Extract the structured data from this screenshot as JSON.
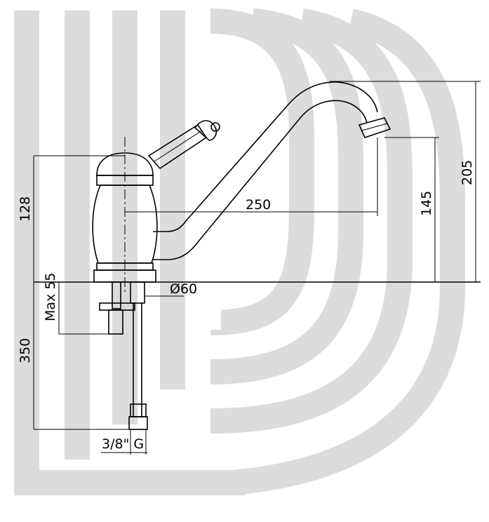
{
  "drawing": {
    "dimensions": {
      "height_body": "128",
      "spout_height": "205",
      "spout_outlet_height": "145",
      "spout_reach": "250",
      "max_deck": "Max 55",
      "hose_length": "350",
      "base_diameter": "Ø60",
      "connection": "3/8\" G"
    },
    "colors": {
      "line": "#000000",
      "watermark": "#dcdcdc",
      "background": "#ffffff"
    }
  }
}
